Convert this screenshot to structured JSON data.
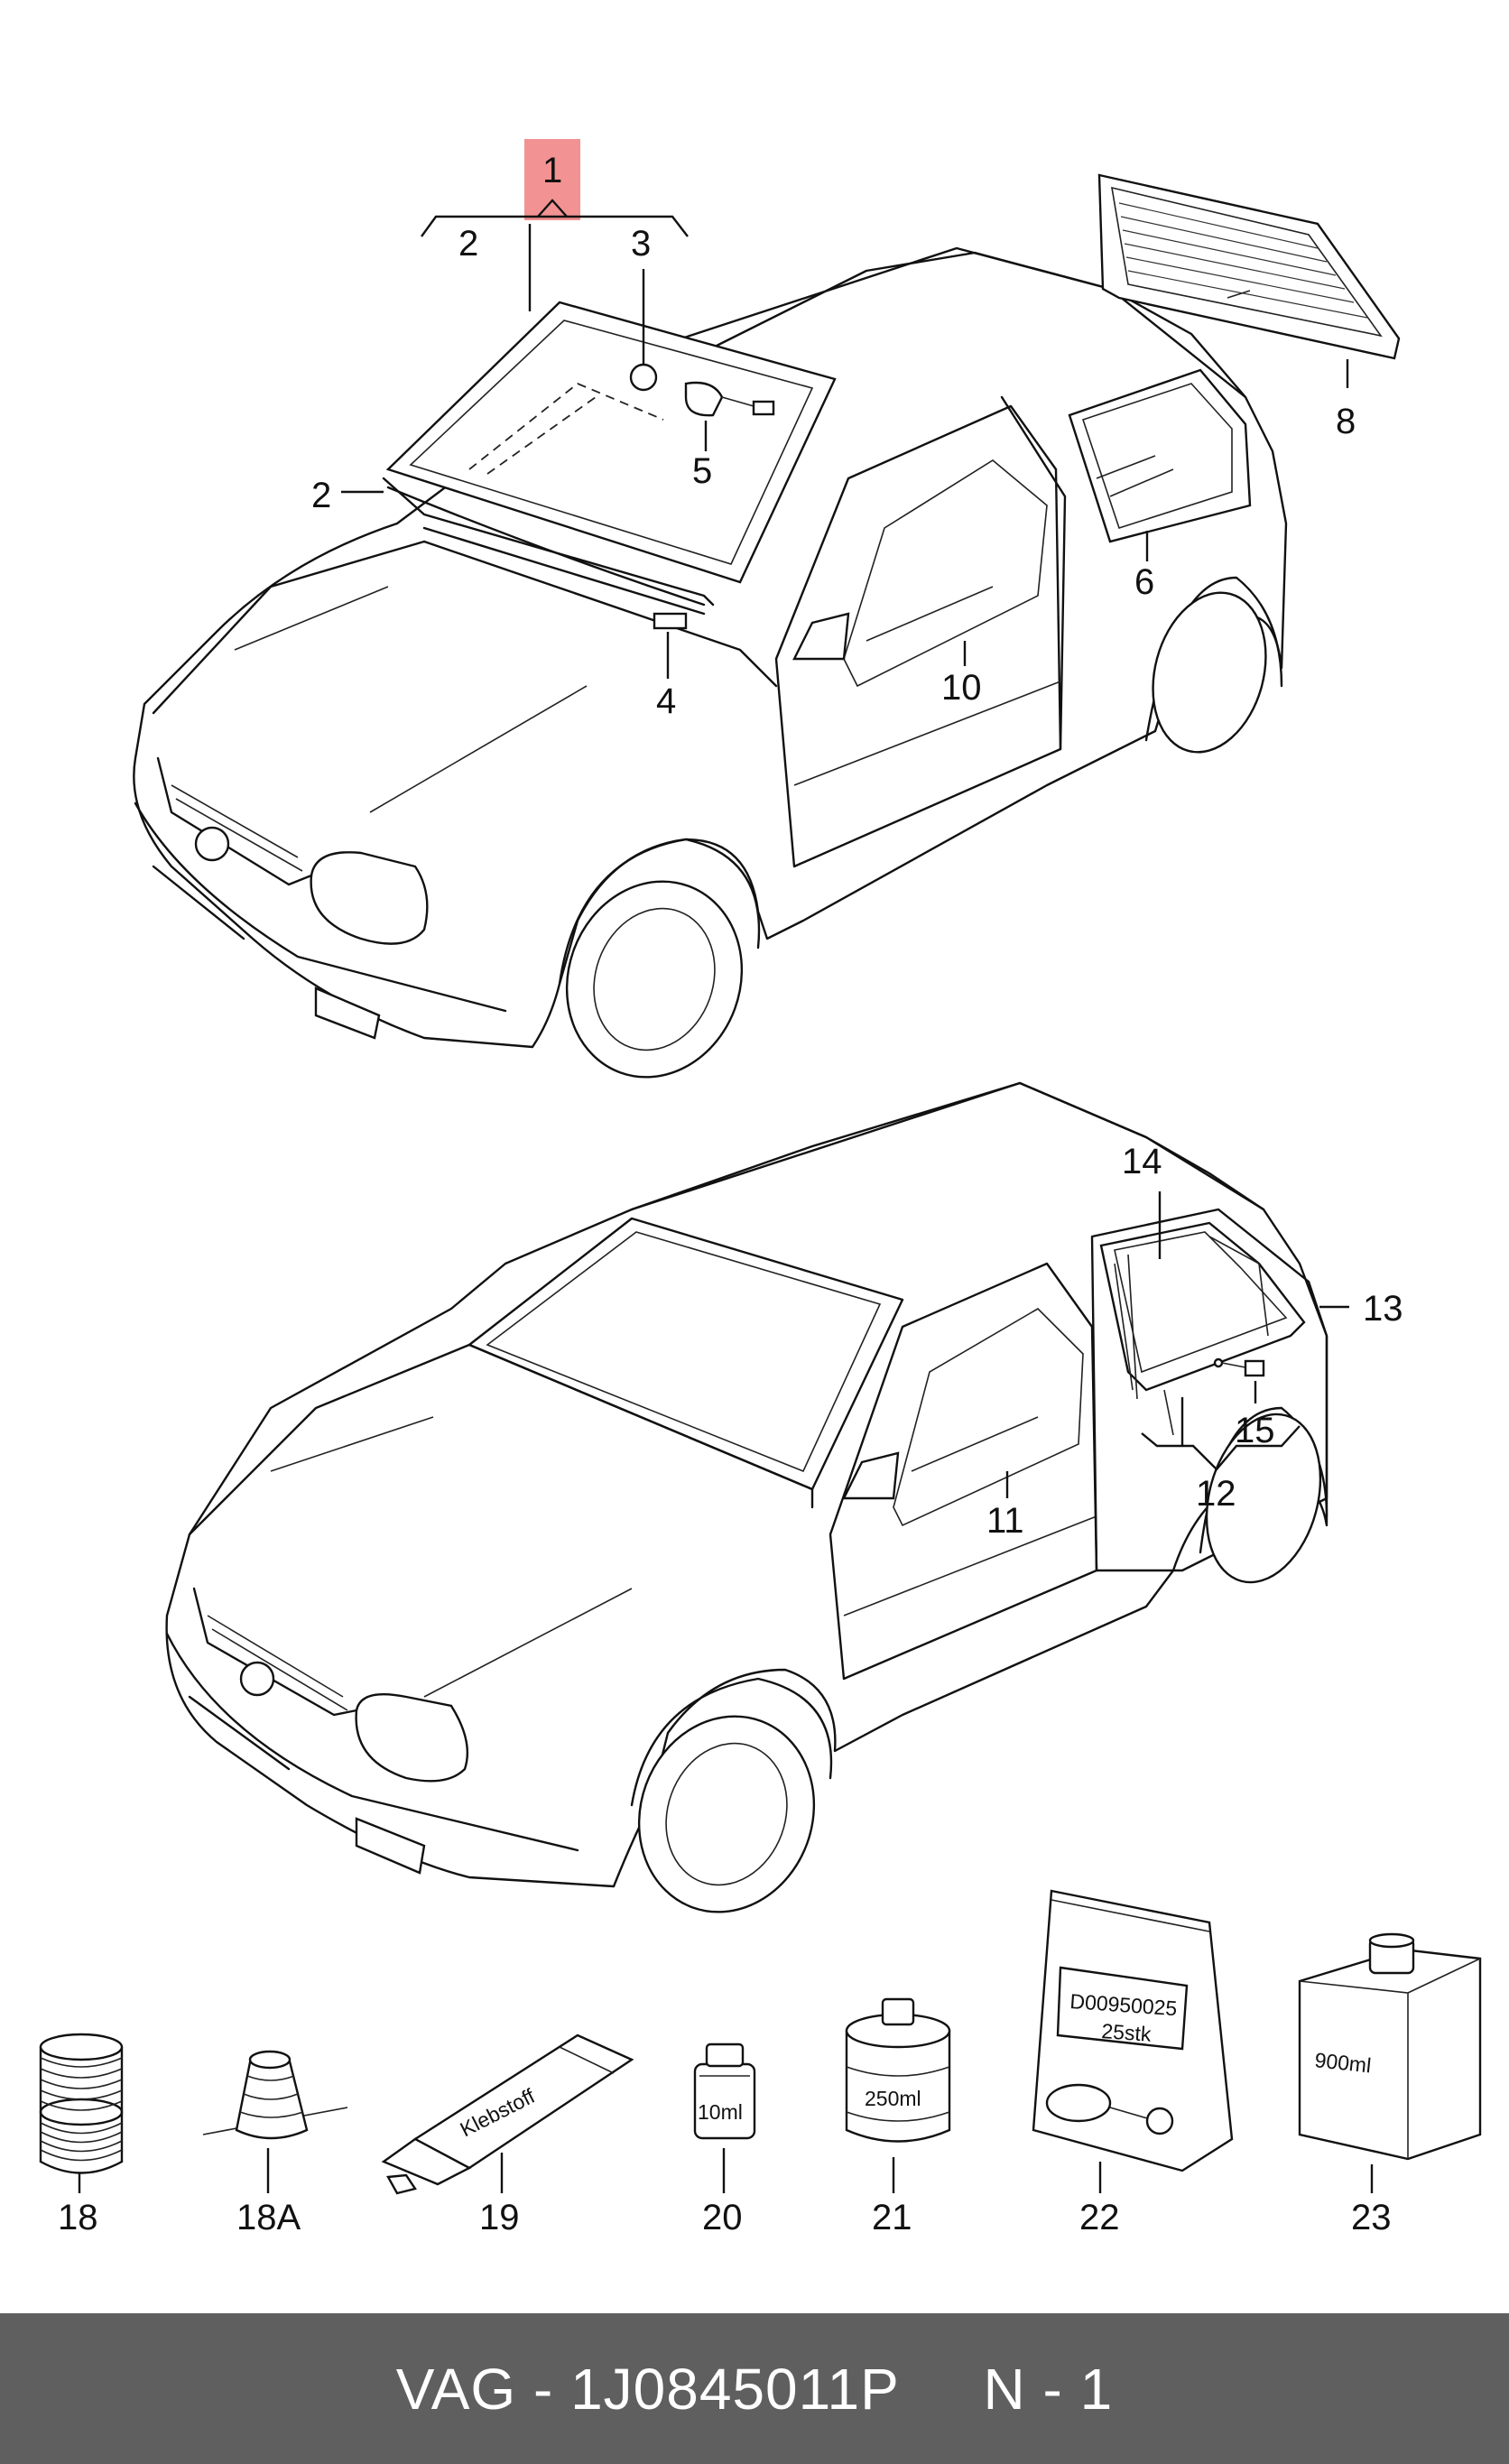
{
  "callouts": {
    "c1": "1",
    "c2a": "2",
    "c2b": "2",
    "c3": "3",
    "c4": "4",
    "c5": "5",
    "c6": "6",
    "c8": "8",
    "c10": "10",
    "c11": "11",
    "c12": "12",
    "c13": "13",
    "c14": "14",
    "c15": "15",
    "c18": "18",
    "c18a": "18A",
    "c19": "19",
    "c20": "20",
    "c21": "21",
    "c22": "22",
    "c23": "23"
  },
  "product_labels": {
    "tube": "Klebstoff",
    "bottle_small": "10ml",
    "can": "250ml",
    "bag_line1": "D00950025",
    "bag_line2": "25stk",
    "box": "900ml"
  },
  "highlight_color": "#f07f7f",
  "footer": {
    "text": "VAG - 1J0845011P     N - 1",
    "background": "#5f5f5f"
  }
}
